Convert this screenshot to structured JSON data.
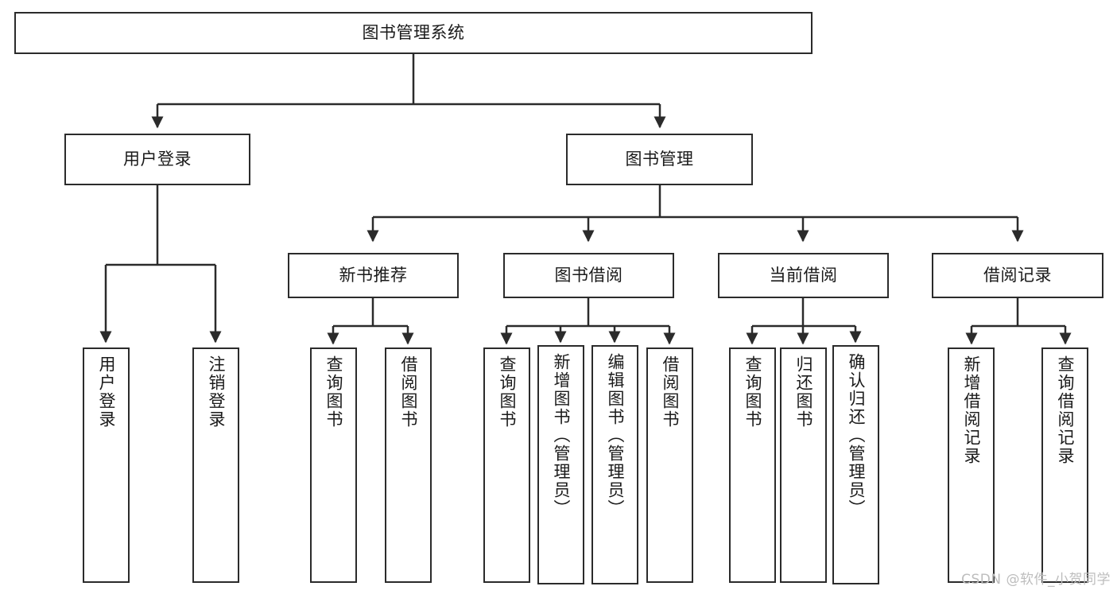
{
  "diagram": {
    "type": "tree",
    "title": "图书管理系统",
    "colors": {
      "background": "#ffffff",
      "node_border": "#2b2b2b",
      "node_fill": "#ffffff",
      "edge": "#2b2b2b",
      "text": "#1a1a1a",
      "watermark": "#bdbdbd"
    },
    "root": {
      "label": "图书管理系统"
    },
    "level1": [
      {
        "label": "用户登录"
      },
      {
        "label": "图书管理"
      }
    ],
    "level2": [
      {
        "label": "新书推荐"
      },
      {
        "label": "图书借阅"
      },
      {
        "label": "当前借阅"
      },
      {
        "label": "借阅记录"
      }
    ],
    "leaves": {
      "user_login": [
        {
          "label": "用户登录"
        },
        {
          "label": "注销登录"
        }
      ],
      "new_book_recommend": [
        {
          "label": "查询图书"
        },
        {
          "label": "借阅图书"
        }
      ],
      "book_borrow": [
        {
          "label": "查询图书"
        },
        {
          "label": "新增图书（管理员）"
        },
        {
          "label": "编辑图书（管理员）"
        },
        {
          "label": "借阅图书"
        }
      ],
      "current_borrow": [
        {
          "label": "查询图书"
        },
        {
          "label": "归还图书"
        },
        {
          "label": "确认归还（管理员）"
        }
      ],
      "borrow_record": [
        {
          "label": "新增借阅记录"
        },
        {
          "label": "查询借阅记录"
        }
      ]
    },
    "watermark": "CSDN @软件_小贺同学"
  }
}
